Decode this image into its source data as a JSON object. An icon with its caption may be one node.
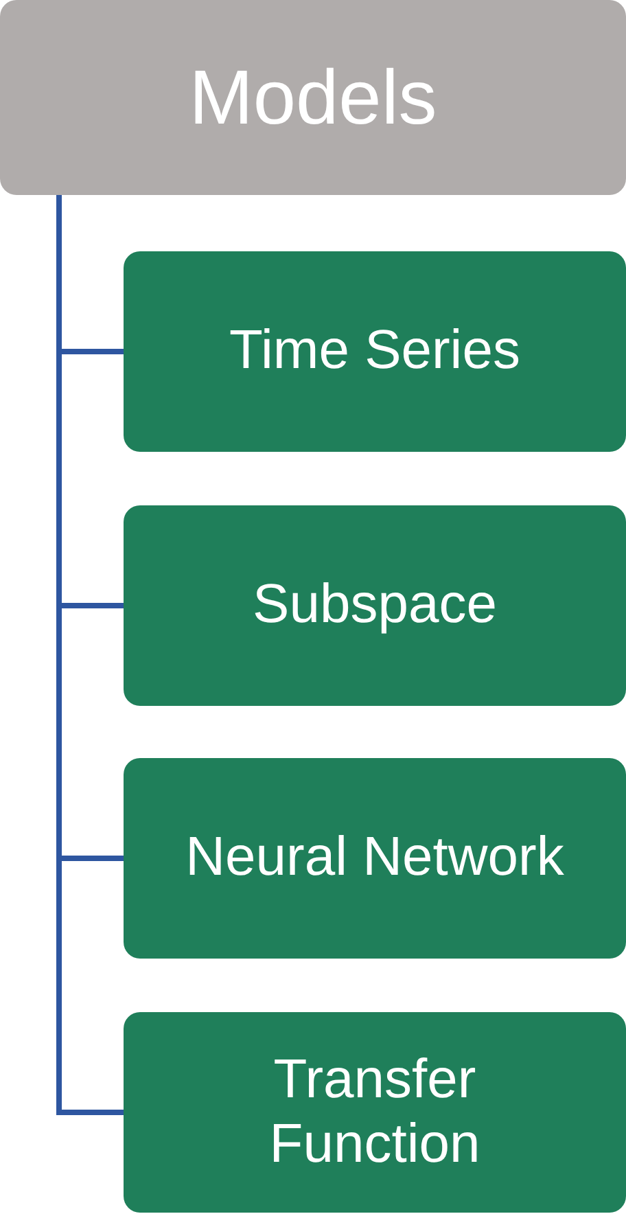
{
  "diagram": {
    "nodes": [
      {
        "text": [
          "Models"
        ]
      },
      {
        "text": [
          "Time Series"
        ]
      },
      {
        "text": [
          "Subspace"
        ]
      },
      {
        "text": [
          "Neural Network"
        ]
      },
      {
        "text": [
          "Transfer Function"
        ]
      }
    ],
    "edges": [
      {
        "from": 0,
        "to": 1,
        "arrow": "none"
      },
      {
        "from": 0,
        "to": 2,
        "arrow": "none"
      },
      {
        "from": 0,
        "to": 3,
        "arrow": "none"
      },
      {
        "from": 0,
        "to": 4,
        "arrow": "none"
      }
    ]
  }
}
